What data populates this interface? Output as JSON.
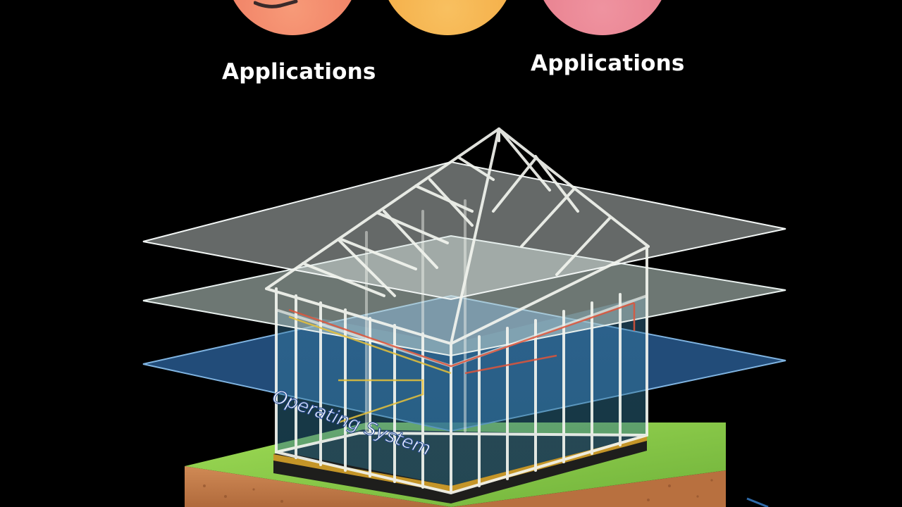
{
  "labels": {
    "applications_left": "Applications",
    "applications_right": "Applications",
    "operating_system": "Operating System"
  },
  "colors": {
    "background": "#000000",
    "circle_left": "#f2856a",
    "circle_middle": "#f5b14a",
    "circle_right": "#e9828f",
    "layer_top": "#dfe9e7",
    "layer_middle": "#c6d9d2",
    "layer_bottom": "#2f6aa8",
    "frame": "#f3f5ef",
    "grass": "#8fcf4a",
    "soil": "#c8814e",
    "label_text": "#ffffff"
  },
  "icons": [
    "circle-badge-left",
    "circle-badge-middle",
    "circle-badge-right",
    "house-frame-icon"
  ]
}
